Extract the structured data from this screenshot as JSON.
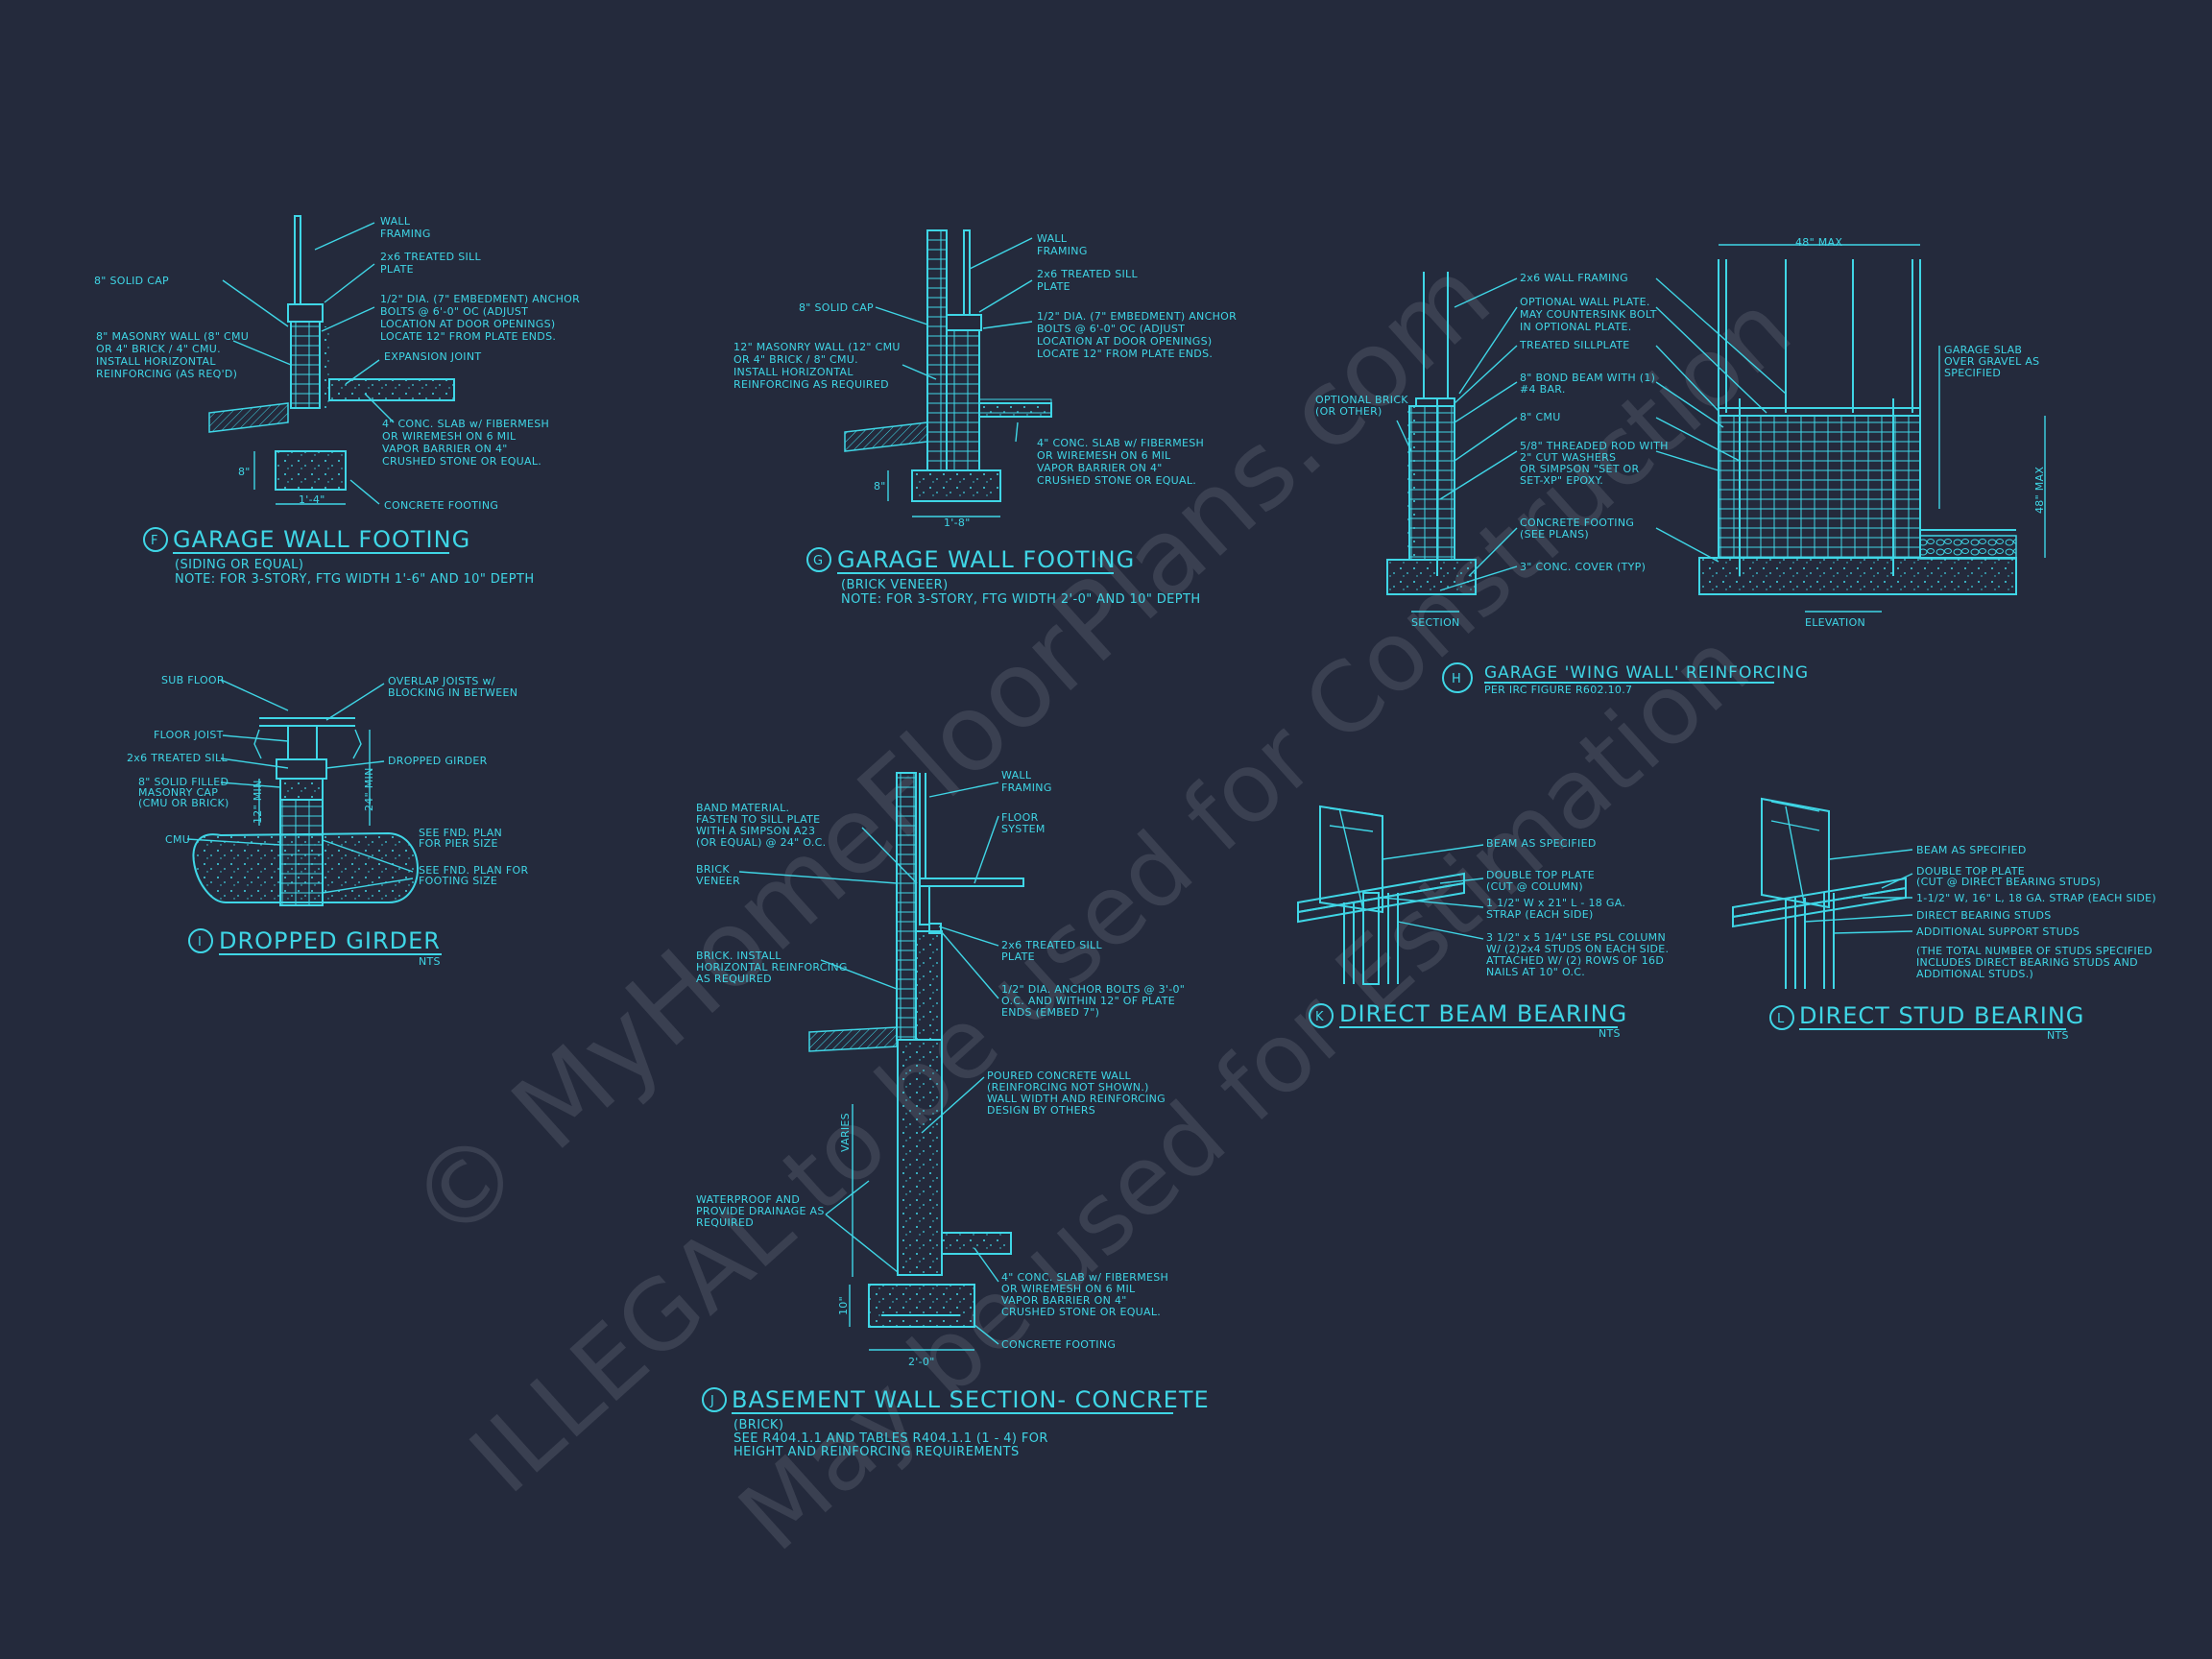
{
  "watermark": {
    "line1": "© MyHomeFloorPlans.com",
    "line2": "ILLEGAL to be used for Construction",
    "line3": "May be used for Estimation"
  },
  "details": {
    "F": {
      "tag": "F",
      "title": "GARAGE WALL FOOTING",
      "sub1": "(SIDING OR EQUAL)",
      "sub2": "NOTE: FOR 3-STORY, FTG WIDTH 1'-6\" AND 10\" DEPTH",
      "notes": [
        "WALL",
        "FRAMING",
        "2x6 TREATED SILL",
        "PLATE",
        "8\" SOLID CAP",
        "1/2\" DIA. (7\" EMBEDMENT) ANCHOR",
        "BOLTS @ 6'-0\" OC (ADJUST",
        "LOCATION AT DOOR OPENINGS)",
        "LOCATE 12\" FROM PLATE ENDS.",
        "8\" MASONRY WALL (8\" CMU",
        "OR 4\" BRICK / 4\" CMU.",
        "INSTALL HORIZONTAL",
        "REINFORCING (AS REQ'D)",
        "EXPANSION JOINT",
        "4\" CONC. SLAB w/ FIBERMESH",
        "OR WIREMESH ON 6 MIL",
        "VAPOR BARRIER ON 4\"",
        "CRUSHED STONE OR EQUAL.",
        "CONCRETE FOOTING"
      ],
      "dims": [
        "8\"",
        "1'-4\""
      ]
    },
    "G": {
      "tag": "G",
      "title": "GARAGE WALL FOOTING",
      "sub1": "(BRICK VENEER)",
      "sub2": "NOTE: FOR 3-STORY, FTG WIDTH 2'-0\" AND 10\" DEPTH",
      "notes": [
        "WALL",
        "FRAMING",
        "2x6 TREATED SILL",
        "PLATE",
        "8\" SOLID CAP",
        "1/2\" DIA. (7\" EMBEDMENT) ANCHOR",
        "BOLTS @ 6'-0\" OC (ADJUST",
        "LOCATION AT DOOR OPENINGS)",
        "LOCATE 12\" FROM PLATE ENDS.",
        "12\" MASONRY WALL (12\" CMU",
        "OR 4\" BRICK / 8\" CMU.",
        "INSTALL HORIZONTAL",
        "REINFORCING AS REQUIRED",
        "4\" CONC. SLAB w/ FIBERMESH",
        "OR WIREMESH ON 6 MIL",
        "VAPOR BARRIER ON 4\"",
        "CRUSHED STONE OR EQUAL."
      ],
      "dims": [
        "8\"",
        "1'-8\""
      ]
    },
    "H": {
      "tag": "H",
      "title": "GARAGE 'WING WALL' REINFORCING",
      "sub1": "PER IRC FIGURE R602.10.7",
      "notes": [
        "2x6 WALL FRAMING",
        "OPTIONAL WALL PLATE.",
        "MAY COUNTERSINK BOLT",
        "IN OPTIONAL PLATE.",
        "TREATED SILLPLATE",
        "OPTIONAL BRICK",
        "(OR OTHER)",
        "8\" BOND BEAM WITH (1)",
        "#4 BAR.",
        "8\" CMU",
        "5/8\" THREADED ROD WITH",
        "2\" CUT WASHERS",
        "OR SIMPSON \"SET OR",
        "SET-XP\" EPOXY.",
        "CONCRETE FOOTING",
        "(SEE PLANS)",
        "3\" CONC. COVER (TYP)",
        "GARAGE SLAB",
        "OVER GRAVEL AS",
        "SPECIFIED"
      ],
      "dims": [
        "48\" MAX",
        "48\" MAX"
      ],
      "labels": [
        "SECTION",
        "ELEVATION"
      ]
    },
    "I": {
      "tag": "I",
      "title": "DROPPED GIRDER",
      "nts": "NTS",
      "notes": [
        "SUB FLOOR",
        "OVERLAP JOISTS w/",
        "BLOCKING IN BETWEEN",
        "FLOOR JOIST",
        "2x6 TREATED SILL",
        "DROPPED GIRDER",
        "8\" SOLID FILLED",
        "MASONRY CAP",
        "(CMU OR BRICK)",
        "CMU",
        "SEE FND. PLAN",
        "FOR PIER SIZE",
        "SEE FND. PLAN FOR",
        "FOOTING SIZE"
      ],
      "dims": [
        "24\" MIN",
        "12\" MIN"
      ]
    },
    "J": {
      "tag": "J",
      "title": "BASEMENT WALL SECTION- CONCRETE",
      "sub1": "(BRICK)",
      "sub2": "SEE R404.1.1 AND TABLES R404.1.1 (1 - 4) FOR",
      "sub3": "HEIGHT AND REINFORCING REQUIREMENTS",
      "notes": [
        "WALL",
        "FRAMING",
        "FLOOR",
        "SYSTEM",
        "BAND MATERIAL.",
        "FASTEN TO SILL PLATE",
        "WITH A SIMPSON A23",
        "(OR EQUAL) @ 24\" O.C.",
        "BRICK",
        "VENEER",
        "2x6 TREATED SILL",
        "PLATE",
        "BRICK. INSTALL",
        "HORIZONTAL REINFORCING",
        "AS REQUIRED",
        "1/2\" DIA. ANCHOR BOLTS @ 3'-0\"",
        "O.C. AND WITHIN 12\" OF PLATE",
        "ENDS (EMBED 7\")",
        "POURED CONCRETE WALL",
        "(REINFORCING NOT SHOWN.)",
        "WALL WIDTH AND REINFORCING",
        "DESIGN BY OTHERS",
        "WATERPROOF AND",
        "PROVIDE DRAINAGE AS",
        "REQUIRED",
        "4\" CONC. SLAB w/ FIBERMESH",
        "OR WIREMESH ON 6 MIL",
        "VAPOR BARRIER ON 4\"",
        "CRUSHED STONE OR EQUAL.",
        "CONCRETE FOOTING"
      ],
      "dims": [
        "VARIES",
        "10\"",
        "2'-0\""
      ]
    },
    "K": {
      "tag": "K",
      "title": "DIRECT BEAM BEARING",
      "nts": "NTS",
      "notes": [
        "BEAM AS SPECIFIED",
        "DOUBLE TOP PLATE",
        "(CUT @ COLUMN)",
        "1 1/2\" W x 21\" L - 18 GA.",
        "STRAP (EACH SIDE)",
        "3 1/2\" x 5 1/4\" LSE PSL COLUMN",
        "W/ (2)2x4 STUDS ON EACH SIDE.",
        "ATTACHED W/ (2) ROWS OF 16D",
        "NAILS AT 10\" O.C."
      ]
    },
    "L": {
      "tag": "L",
      "title": "DIRECT STUD BEARING",
      "nts": "NTS",
      "notes": [
        "BEAM AS SPECIFIED",
        "DOUBLE TOP PLATE",
        "(CUT @ DIRECT BEARING STUDS)",
        "1-1/2\" W, 16\" L, 18 GA. STRAP (EACH SIDE)",
        "DIRECT BEARING STUDS",
        "ADDITIONAL SUPPORT STUDS",
        "(THE TOTAL NUMBER OF STUDS SPECIFIED",
        "INCLUDES DIRECT BEARING STUDS AND",
        "ADDITIONAL STUDS.)"
      ]
    }
  }
}
